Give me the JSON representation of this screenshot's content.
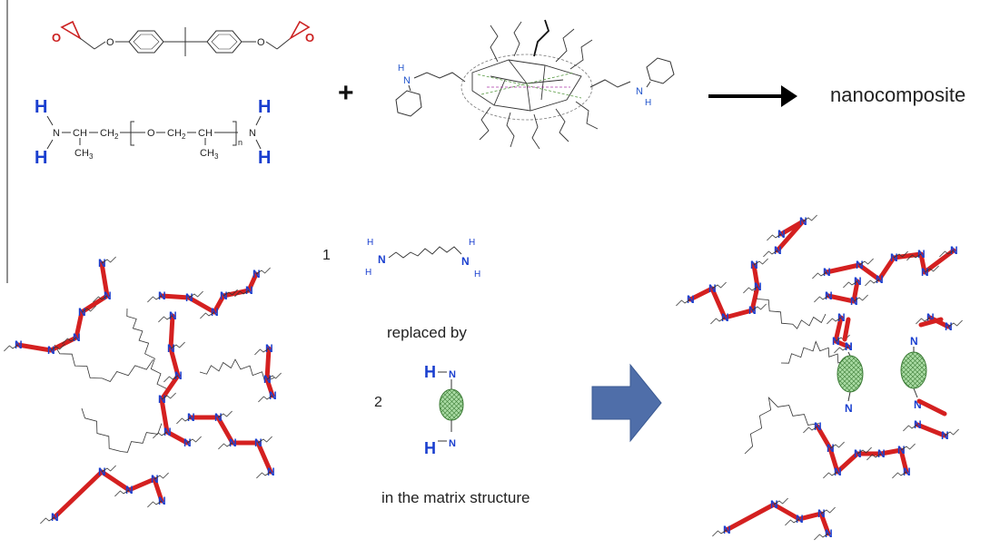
{
  "reaction": {
    "epoxy_o_left": "O",
    "epoxy_o_right": "O",
    "ether_o_left": "O",
    "ether_o_right": "O",
    "amine_h_tl": "H",
    "amine_n_left": "N",
    "amine_h_bl": "H",
    "seg_ch": "CH",
    "seg_ch2": "CH",
    "sub_2": "2",
    "seg_ch3": "CH",
    "sub_3": "3",
    "seg_o": "O",
    "seg_ch2b": "CH",
    "sub_2b": "2",
    "seg_chb": "CH",
    "seg_ch3b": "CH",
    "sub_3b": "3",
    "sub_n": "n",
    "amine_h_tr": "H",
    "amine_n_right": "N",
    "amine_h_br": "H",
    "plus_sign": "+",
    "poss_n_left": "N",
    "poss_h_left": "H",
    "poss_n_right": "N",
    "poss_h_right": "H",
    "product_label": "nanocomposite"
  },
  "replacement": {
    "item1_number": "1",
    "diamine_h_left": "H",
    "diamine_n_left": "N",
    "diamine_h_left2": "H",
    "diamine_n_right": "N",
    "diamine_h_right": "H",
    "diamine_h_right2": "H",
    "replaced_label": "replaced by",
    "item2_number": "2",
    "poss_h_top": "H",
    "poss_n_top": "N",
    "poss_h_bottom": "H",
    "poss_n_bottom": "N",
    "matrix_label": "in the matrix structure"
  },
  "network_node_label": "N",
  "colors": {
    "epoxy_red": "#cc2222",
    "amine_blue": "#1a3fcf",
    "bond_red": "#d42020",
    "poss_fill": "#9fd39a",
    "arrow_fill": "#4f6ea9"
  }
}
